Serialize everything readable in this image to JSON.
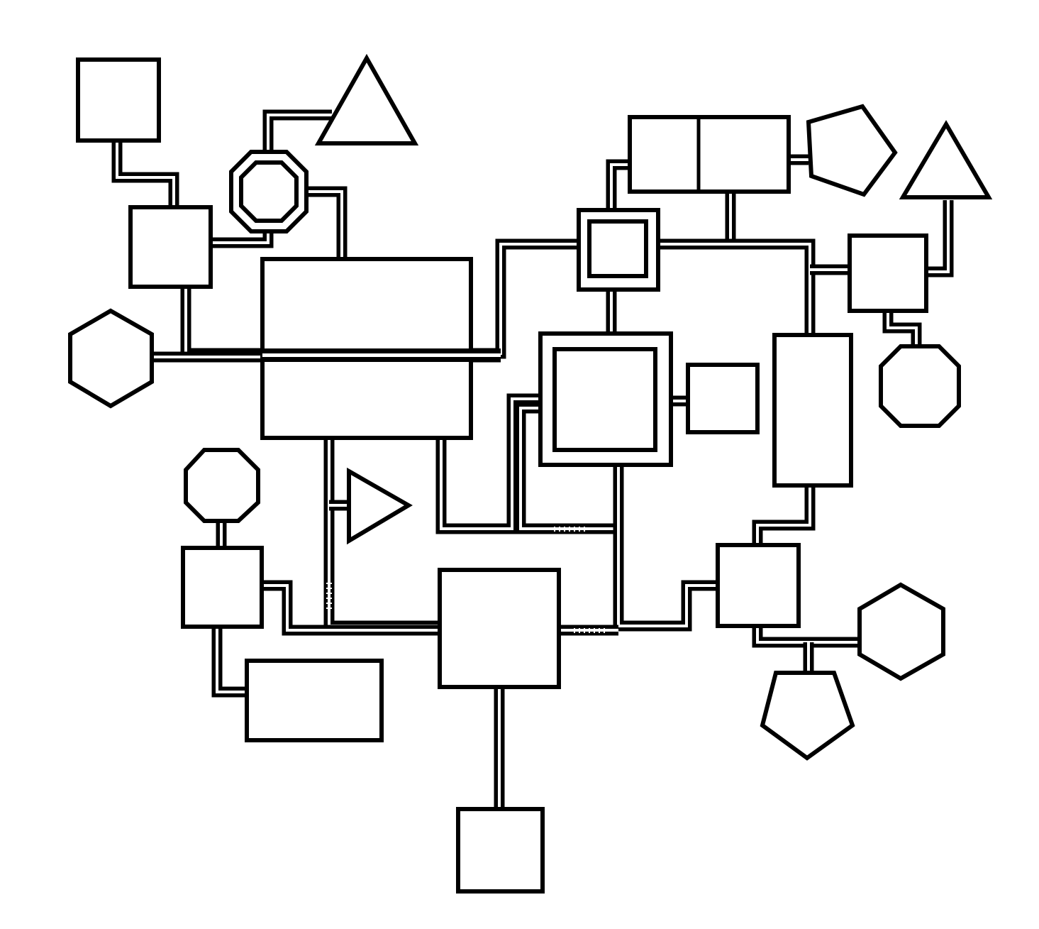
{
  "diagram": {
    "background": "#ffffff",
    "stroke_color": "#000000",
    "shape_types": [
      "square",
      "rectangle",
      "triangle",
      "pentagon",
      "hexagon",
      "octagon"
    ],
    "node_count": 27,
    "connector_style": "double-line"
  }
}
